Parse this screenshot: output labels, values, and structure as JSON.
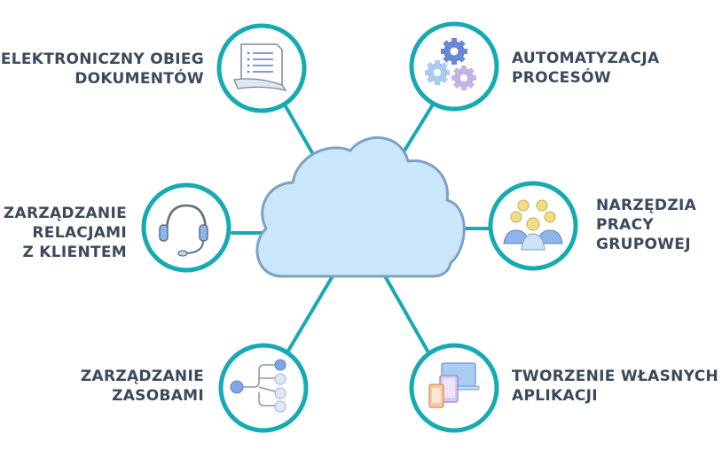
{
  "colors": {
    "connector": "#16aab3",
    "cloud_fill": "#c9e6fb",
    "cloud_stroke": "#7da0c3",
    "label_text": "#3a4a5c",
    "icon_blue": "#8fb4ea",
    "icon_purple": "#c4b3e6",
    "icon_yellow": "#f1dc8a"
  },
  "nodes": [
    {
      "id": "document-flow",
      "icon": "document-icon",
      "lines": [
        "ELEKTRONICZNY OBIEG",
        "DOKUMENTÓW"
      ]
    },
    {
      "id": "process-automation",
      "icon": "gears-icon",
      "lines": [
        "AUTOMATYZACJA",
        "PROCESÓW"
      ]
    },
    {
      "id": "customer-relations",
      "icon": "headset-icon",
      "lines": [
        "ZARZĄDZANIE",
        "RELACJAMI",
        "Z KLIENTEM"
      ]
    },
    {
      "id": "group-work",
      "icon": "people-group-icon",
      "lines": [
        "NARZĘDZIA",
        "PRACY",
        "GRUPOWEJ"
      ]
    },
    {
      "id": "resource-management",
      "icon": "resource-tree-icon",
      "lines": [
        "ZARZĄDZANIE",
        "ZASOBAMI"
      ]
    },
    {
      "id": "custom-apps",
      "icon": "devices-icon",
      "lines": [
        "TWORZENIE WŁASNYCH",
        "APLIKACJI"
      ]
    }
  ]
}
